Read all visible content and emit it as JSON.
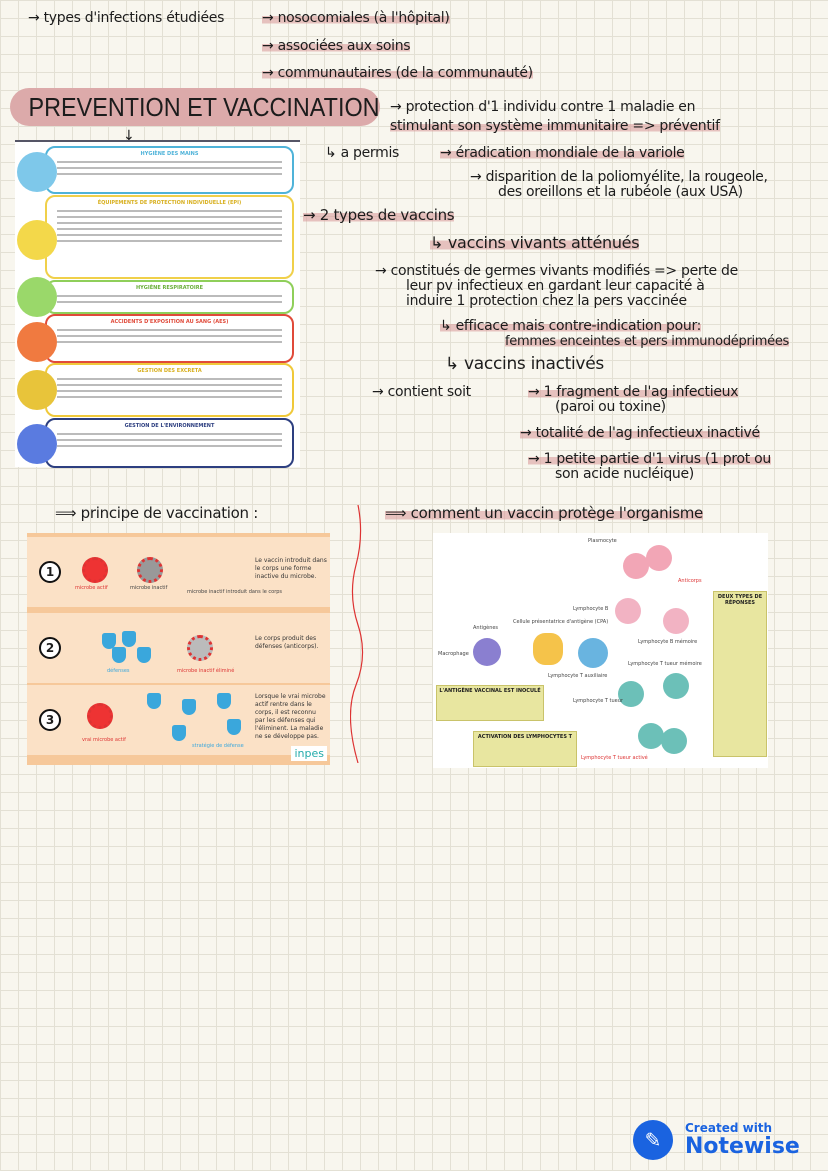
{
  "notes": {
    "infections_label": "→ types d'infections étudiées",
    "infections": [
      "→ nosocomiales (à l'hôpital)",
      "→ associées aux soins",
      "→ communautaires (de la communauté)"
    ],
    "title": "PREVENTION ET VACCINATION",
    "definition": [
      "→ protection d'1 individu contre 1 maladie en",
      "stimulant son système immunitaire => préventif"
    ],
    "a_permis": "↳ a permis",
    "results": [
      "→ éradication mondiale de la variole",
      "→ disparition de la poliomyélite, la rougeole,",
      "des oreillons et la rubéole (aux USA)"
    ],
    "types_vaccins": "→ 2 types de vaccins",
    "vivants": {
      "title": "↳ vaccins vivants atténués",
      "desc": [
        "→ constitués de germes vivants modifiés => perte de",
        "leur pv infectieux en gardant leur capacité à",
        "induire 1 protection chez la pers vaccinée"
      ],
      "note": [
        "↳ efficace mais contre-indication pour:",
        "femmes enceintes et pers immunodéprimées"
      ]
    },
    "inactives": {
      "title": "↳ vaccins inactivés",
      "contient": "→ contient soit",
      "items": [
        "→ 1 fragment de l'ag infectieux",
        "(paroi ou toxine)",
        "→ totalité de l'ag infectieux inactivé",
        "→ 1 petite partie d'1 virus (1 prot ou",
        "son acide nucléique)"
      ]
    },
    "principe": "⟹ principe de vaccination :",
    "comment": "⟹ comment un vaccin protège l'organisme"
  },
  "poster": {
    "sections": [
      "HYGIÈNE DES MAINS",
      "ÉQUIPEMENTS DE PROTECTION INDIVIDUELLE (EPI)",
      "HYGIÈNE RESPIRATOIRE",
      "ACCIDENTS D'EXPOSITION AU SANG (AES)",
      "GESTION DES EXCRETA",
      "GESTION DE L'ENVIRONNEMENT"
    ],
    "colors": [
      "#4fb3d9",
      "#f0d04a",
      "#8fcf5a",
      "#e04a3a",
      "#f0c93a",
      "#2d3f80"
    ]
  },
  "principe_image": {
    "steps": [
      {
        "num": "1",
        "text": "Le vaccin introduit dans le corps une forme inactive du microbe.",
        "labels": [
          "microbe actif",
          "microbe inactif",
          "microbe inactif introduit dans le corps"
        ]
      },
      {
        "num": "2",
        "text": "Le corps produit des défenses (anticorps).",
        "labels": [
          "défenses",
          "microbe inactif éliminé"
        ]
      },
      {
        "num": "3",
        "text": "Lorsque le vrai microbe actif rentre dans le corps, il est reconnu par les défenses qui l'éliminent. La maladie ne se développe pas.",
        "labels": [
          "vrai microbe actif",
          "stratégie de défense"
        ]
      }
    ],
    "logo": "inpes"
  },
  "immune_image": {
    "labels": [
      "Plasmocyte",
      "Anticorps",
      "Lymphocyte B",
      "Lymphocyte B mémoire",
      "Antigènes",
      "Macrophage",
      "Cellule présentatrice d'antigène (CPA)",
      "Lymphocyte T auxiliaire",
      "Lymphocyte T tueur mémoire",
      "Lymphocyte T tueur",
      "Lymphocyte T tueur activé"
    ],
    "box_inocule": "L'ANTIGÈNE VACCINAL EST INOCULÉ",
    "box_activation": "ACTIVATION DES LYMPHOCYTES T",
    "box_reponses": "DEUX TYPES DE RÉPONSES"
  },
  "watermark": {
    "line1": "Created with",
    "line2": "Notewise",
    "color": "#1a63e0"
  }
}
